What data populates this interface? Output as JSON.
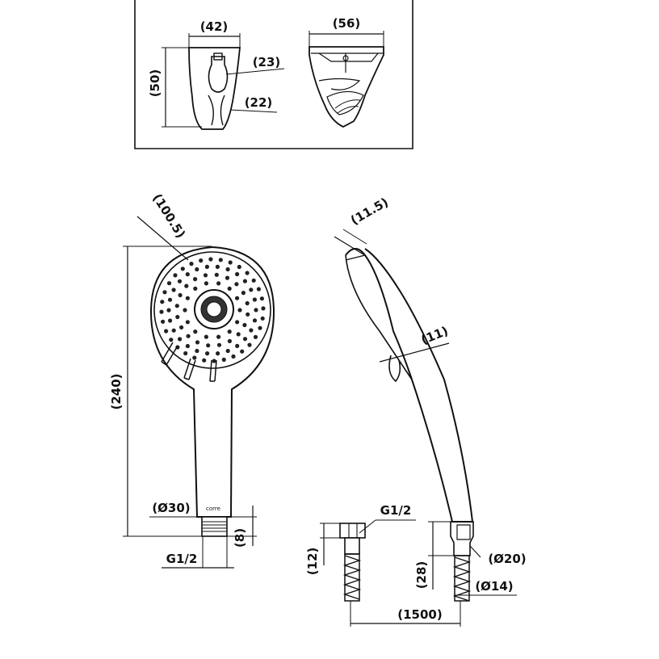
{
  "holder": {
    "front": {
      "width": "(42)",
      "height": "(50)",
      "inner_upper": "(23)",
      "inner_lower": "(22)"
    },
    "side": {
      "width": "(56)"
    }
  },
  "handshower": {
    "front": {
      "head_diameter": "(100.5)",
      "total_length": "(240)",
      "neck_diameter": "(Ø30)",
      "thread": "G1/2",
      "thread_length": "(8)",
      "logo": "corre"
    },
    "side": {
      "top_thickness": "(11.5)",
      "mid_thickness": "(11)"
    }
  },
  "hose": {
    "thread": "G1/2",
    "nut_height": "(12)",
    "cone_height": "(28)",
    "cone_diameter": "(Ø20)",
    "hose_diameter": "(Ø14)",
    "length": "(1500)"
  }
}
